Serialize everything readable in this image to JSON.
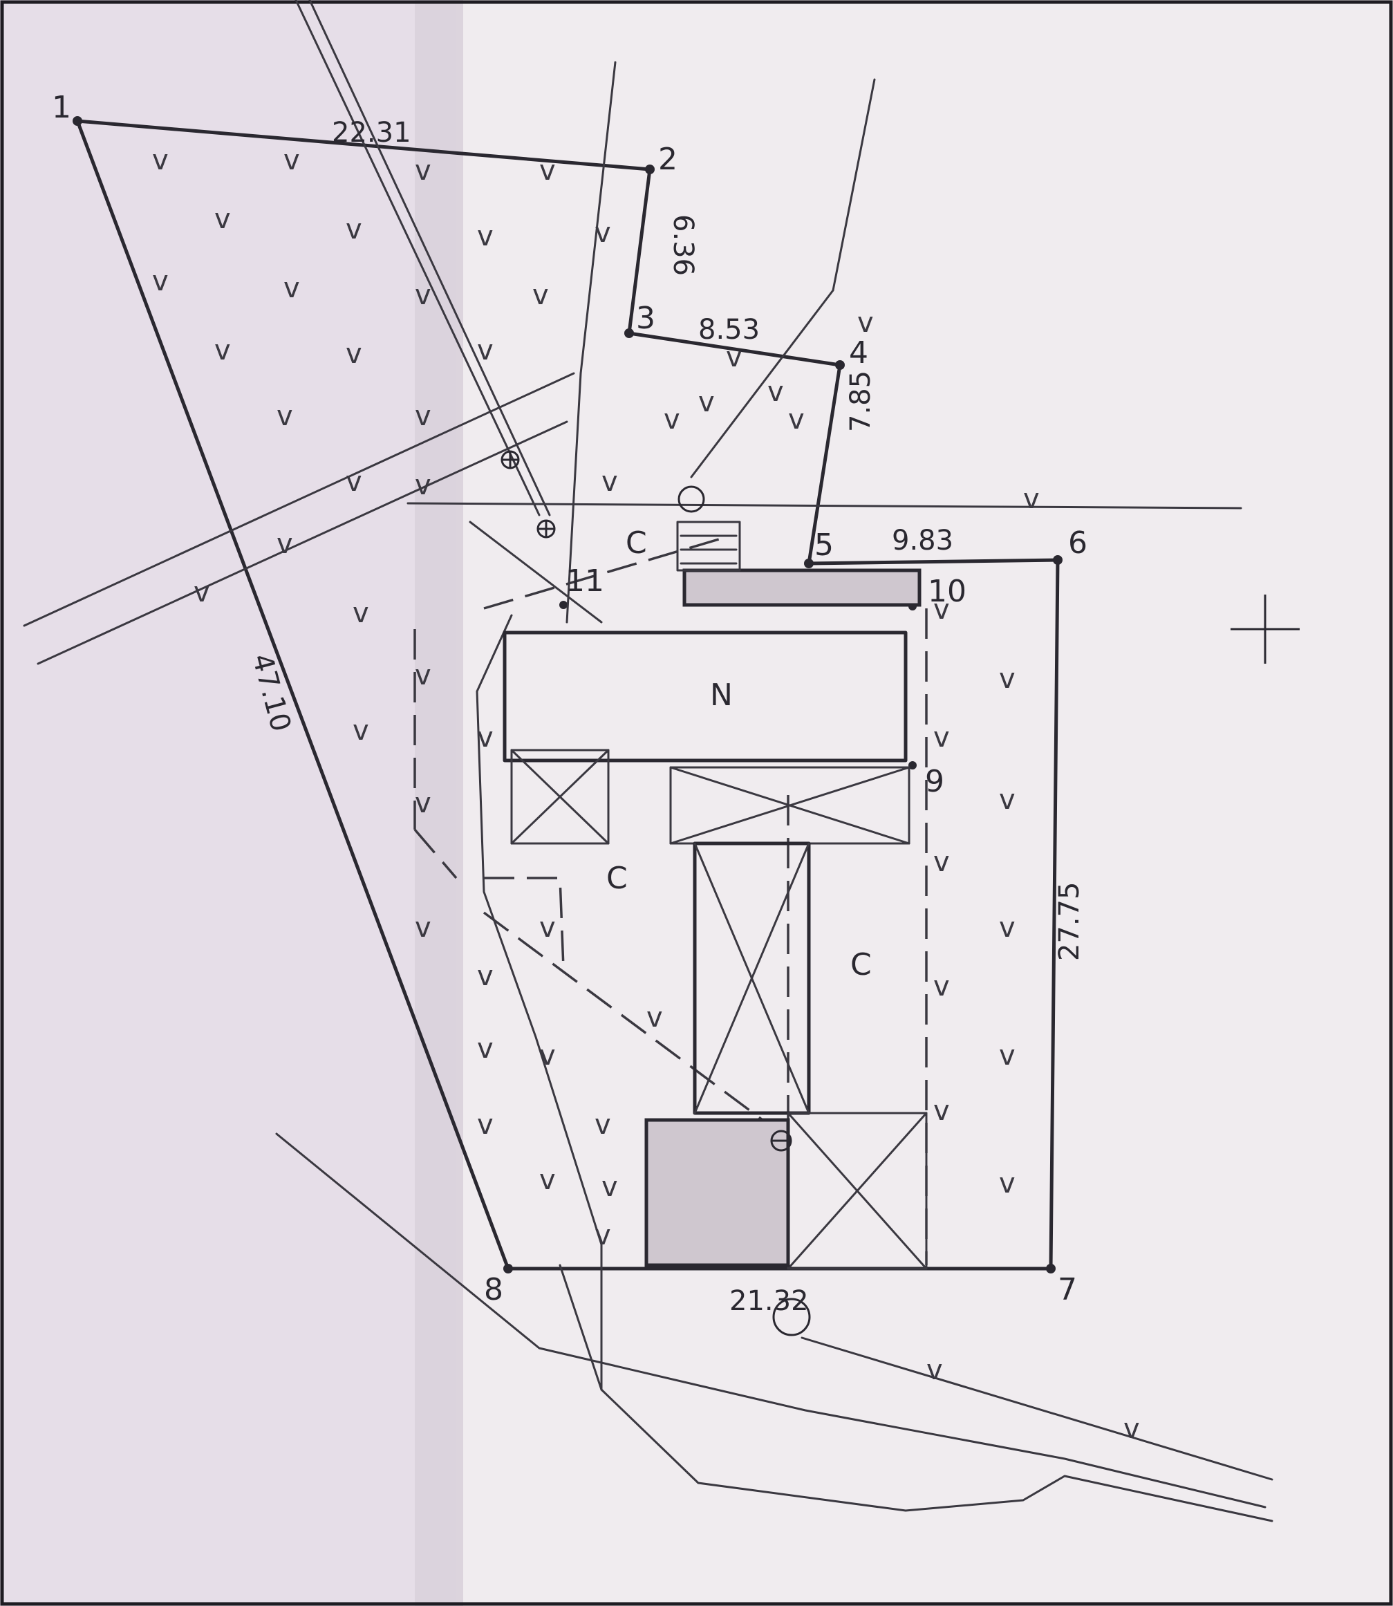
{
  "colors": {
    "paper_left": "#e9e3ea",
    "paper_right": "#f1ecef",
    "fold_shadow": "#cfc8d0",
    "ink": "#2a2830"
  },
  "points": [
    {
      "id": "p1",
      "label": "1"
    },
    {
      "id": "p2",
      "label": "2"
    },
    {
      "id": "p3",
      "label": "3"
    },
    {
      "id": "p4",
      "label": "4"
    },
    {
      "id": "p5",
      "label": "5"
    },
    {
      "id": "p6",
      "label": "6"
    },
    {
      "id": "p7",
      "label": "7"
    },
    {
      "id": "p8",
      "label": "8"
    },
    {
      "id": "p9",
      "label": "9"
    },
    {
      "id": "p10",
      "label": "10"
    },
    {
      "id": "p11",
      "label": "11"
    }
  ],
  "dimensions": {
    "d_1_2": "22.31",
    "d_2_3": "6.36",
    "d_3_4": "8.53",
    "d_4_5": "7.85",
    "d_5_6": "9.83",
    "d_6_7": "27.75",
    "d_7_8": "21.32",
    "d_8_1": "47.10"
  },
  "zones": {
    "building": "N",
    "yard_top": "C",
    "yard_left": "C",
    "yard_right": "C"
  },
  "symbols": {
    "vegetation": "v",
    "line_marker": "v"
  }
}
